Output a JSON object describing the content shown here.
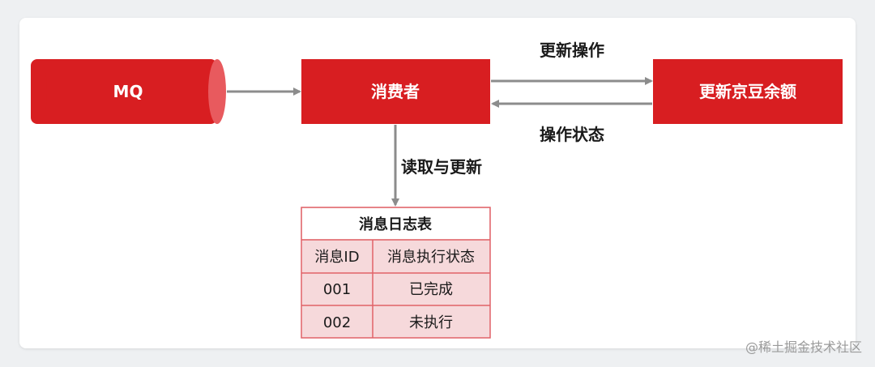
{
  "nodes": {
    "mq": "MQ",
    "consumer": "消费者",
    "update_balance": "更新京豆余额"
  },
  "edges": {
    "update_op": "更新操作",
    "op_status": "操作状态",
    "read_update": "读取与更新"
  },
  "log_table": {
    "title": "消息日志表",
    "headers": [
      "消息ID",
      "消息执行状态"
    ],
    "rows": [
      [
        "001",
        "已完成"
      ],
      [
        "002",
        "未执行"
      ]
    ]
  },
  "watermark": "@稀土掘金技术社区",
  "colors": {
    "node_red": "#d81e21",
    "node_red_dark": "#b5171a",
    "cylinder_end": "#e85a5e",
    "arrow_gray": "#8c8c8c",
    "table_fill": "#f6d9db",
    "table_border": "#e06268"
  }
}
